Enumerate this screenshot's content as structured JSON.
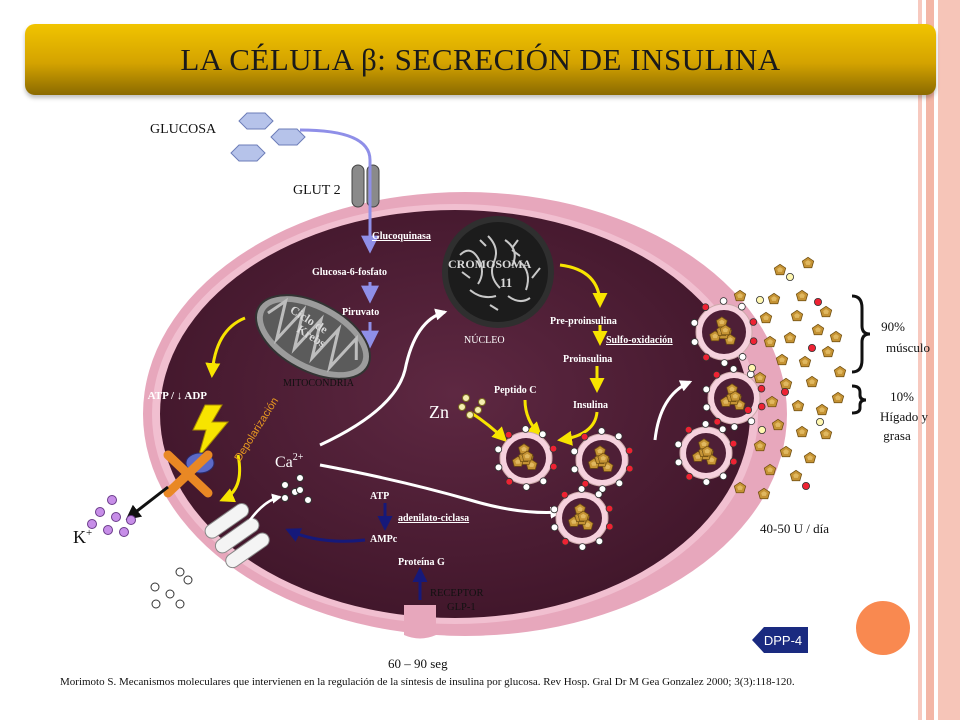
{
  "title": "LA CÉLULA β: SECRECIÓN DE INSULINA",
  "colors": {
    "title_gold": "#e0b000",
    "membrane_pink": "#e7a7bc",
    "cytoplasm": "#4c1e33",
    "arrow_blue": "#8f8fe8",
    "arrow_yellow": "#f7e400",
    "arrow_navy": "#16197a",
    "granule_pink": "#f6d1dd",
    "crystal_gold": "#b8862a",
    "dpp4_navy": "#1a2a80",
    "dpp4_circle": "#f98950",
    "depolarization_orange": "#e89a20"
  },
  "labels": {
    "glucosa": "GLUCOSA",
    "glut2": "GLUT 2",
    "glucoquinasa": "Glucoquinasa",
    "glucosa6fosfato": "Glucosa-6-fosfato",
    "piruvato": "Piruvato",
    "ciclo_krebs_1": "Ciclo de",
    "ciclo_krebs_2": "Krebs",
    "mitocondria": "MITOCONDRIA",
    "atp_adp": "↑ ATP / ↓ ADP",
    "depolarizacion": "Depolarización",
    "cromosoma_1": "CROMOSOMA",
    "cromosoma_2": "11",
    "nucleo": "NÚCLEO",
    "preproinsulina": "Pre-proinsulina",
    "sulfo": "Sulfo-oxidación",
    "proinsulina": "Proinsulina",
    "peptido_c": "Peptido C",
    "insulina": "Insulina",
    "zn": "Zn",
    "ca_base": "Ca",
    "ca_sup": "2+",
    "k_base": "K",
    "k_sup": "+",
    "atp": "ATP",
    "adenilato": "adenilato-ciclasa",
    "ampc": "AMPc",
    "proteina_g": "Proteína G",
    "receptor_1": "RECEPTOR",
    "receptor_2": "GLP-1",
    "tiempo": "60 – 90 seg",
    "musculo_pct": "90%",
    "musculo": "músculo",
    "higado_pct": "10%",
    "higado_1": "Hígado y",
    "higado_2": "grasa",
    "dosis": "40-50 U / día",
    "dpp4": "DPP-4"
  },
  "citation": "Morimoto S.   Mecanismos moleculares que intervienen en la regulación de la síntesis de insulina por glucosa.   Rev Hosp. Gral Dr M Gea Gonzalez 2000; 3(3):118-120."
}
